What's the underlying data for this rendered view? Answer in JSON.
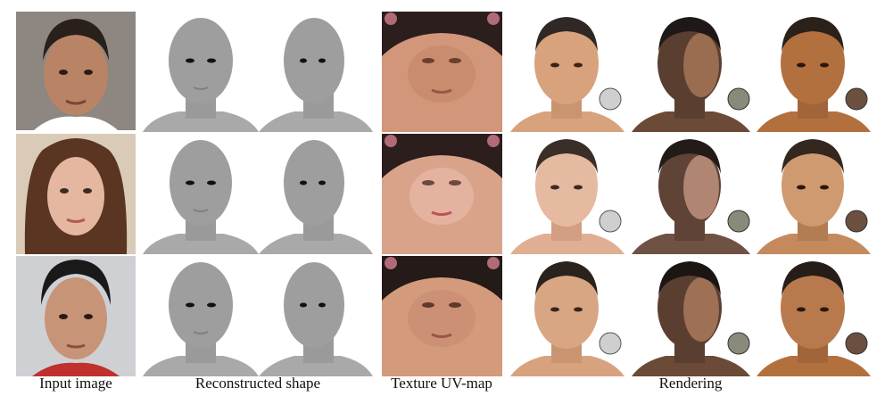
{
  "columns": [
    {
      "key": "input",
      "label": "Input image"
    },
    {
      "key": "shape",
      "label": "Reconstructed shape"
    },
    {
      "key": "texture",
      "label": "Texture UV-map"
    },
    {
      "key": "rendering",
      "label": "Rendering"
    }
  ],
  "rows": [
    {
      "subject": "man-1",
      "skin": "#b98466",
      "hair": "#2a201a",
      "bg": "#8e8680"
    },
    {
      "subject": "woman",
      "skin": "#e6b7a0",
      "hair": "#5a3522",
      "bg": "#d9cbb8"
    },
    {
      "subject": "man-2",
      "skin": "#c89478",
      "hair": "#191919",
      "bg": "#cfd0d3"
    }
  ],
  "colors": {
    "shape_gray": "#9a9a9a",
    "uv_base": "#d2967a",
    "uv_dark": "#2b1e1c",
    "render_light": "#d7a27c",
    "render_shadow": "#5a3f30",
    "render_warm": "#b3703f"
  }
}
